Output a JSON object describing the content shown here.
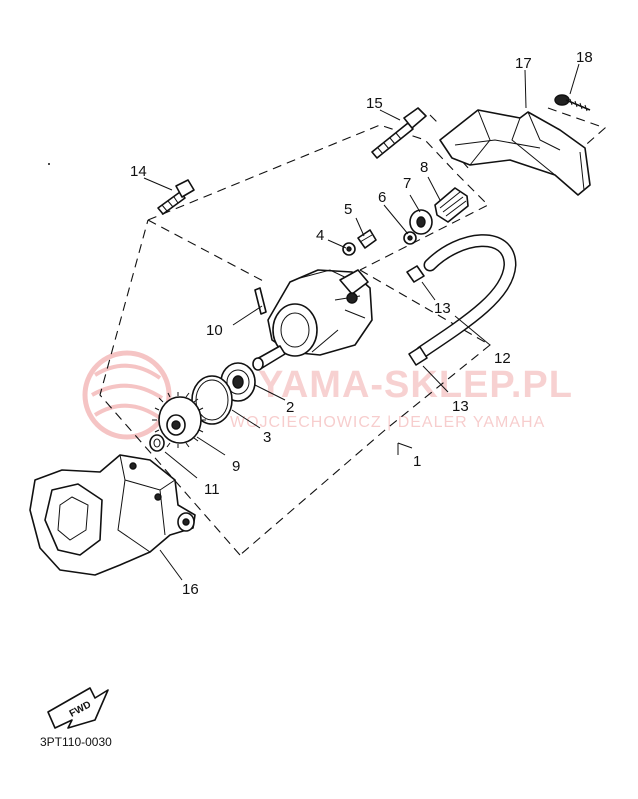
{
  "callouts": [
    "1",
    "2",
    "3",
    "4",
    "5",
    "6",
    "7",
    "8",
    "9",
    "10",
    "11",
    "12",
    "13",
    "13",
    "14",
    "15",
    "16",
    "17",
    "18"
  ],
  "watermark": {
    "title": "YAMA-SKLEP.PL",
    "subtitle": "WOJCIECHOWICZ | DEALER YAMAHA",
    "color": "#e45a5a"
  },
  "fwd_label": "FWD",
  "diagram_code": "3PT110-0030"
}
